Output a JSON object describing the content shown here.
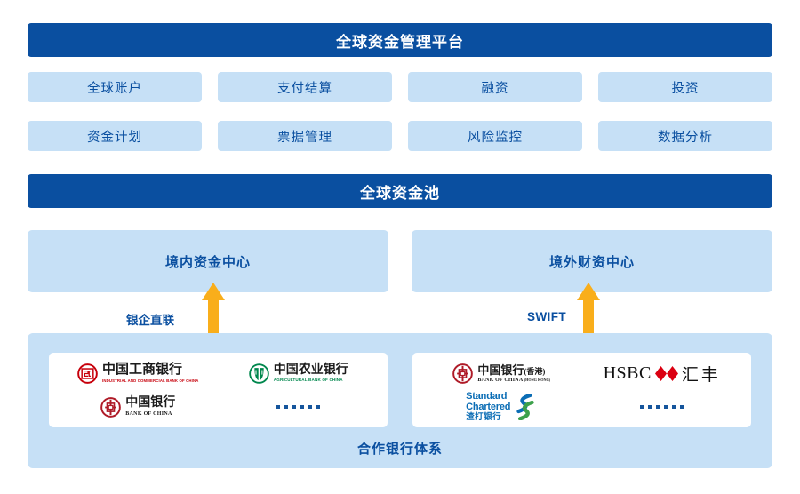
{
  "platform": {
    "title": "全球资金管理平台"
  },
  "functions": {
    "row1": [
      {
        "label": "全球账户"
      },
      {
        "label": "支付结算"
      },
      {
        "label": "融资"
      },
      {
        "label": "投资"
      }
    ],
    "row2": [
      {
        "label": "资金计划"
      },
      {
        "label": "票据管理"
      },
      {
        "label": "风险监控"
      },
      {
        "label": "数据分析"
      }
    ]
  },
  "pool": {
    "title": "全球资金池",
    "centers": [
      {
        "label": "境内资金中心"
      },
      {
        "label": "境外财资中心"
      }
    ]
  },
  "connectors": {
    "left": {
      "label": "银企直联",
      "icon": "double-arrow-vertical-icon"
    },
    "right": {
      "label": "SWIFT",
      "icon": "double-arrow-vertical-icon"
    }
  },
  "banks": {
    "system_label": "合作银行体系",
    "domestic": [
      {
        "id": "icbc",
        "cn": "中国工商银行",
        "en": "INDUSTRIAL AND COMMERCIAL BANK OF CHINA",
        "icon": "icbc-logo-icon"
      },
      {
        "id": "abc",
        "cn": "中国农业银行",
        "en": "AGRICULTURAL BANK OF CHINA",
        "icon": "abc-logo-icon"
      },
      {
        "id": "boc",
        "cn": "中国银行",
        "en": "BANK OF CHINA",
        "icon": "boc-logo-icon"
      },
      {
        "id": "more-domestic",
        "cn": "",
        "en": "",
        "icon": "ellipsis-dots-icon"
      }
    ],
    "overseas": [
      {
        "id": "bochk",
        "cn": "中国银行",
        "cn_suffix": "(香港)",
        "en": "BANK OF CHINA",
        "en_suffix": "(HONG KONG)",
        "icon": "boc-hk-logo-icon"
      },
      {
        "id": "hsbc",
        "cn": "汇丰",
        "en": "HSBC",
        "icon": "hsbc-logo-icon"
      },
      {
        "id": "standard-chartered",
        "cn": "渣打银行",
        "en_l1": "Standard",
        "en_l2": "Chartered",
        "icon": "standard-chartered-logo-icon"
      },
      {
        "id": "more-overseas",
        "cn": "",
        "en": "",
        "icon": "ellipsis-dots-icon"
      }
    ]
  },
  "colors": {
    "primary_blue": "#0A4FA0",
    "light_blue": "#C6E0F6",
    "arrow_orange": "#F9AE1B",
    "icbc_red": "#C7000B",
    "abc_green": "#00874D",
    "hsbc_red": "#DB0011",
    "sc_blue": "#0B6DB5",
    "sc_green": "#3CA14B"
  }
}
